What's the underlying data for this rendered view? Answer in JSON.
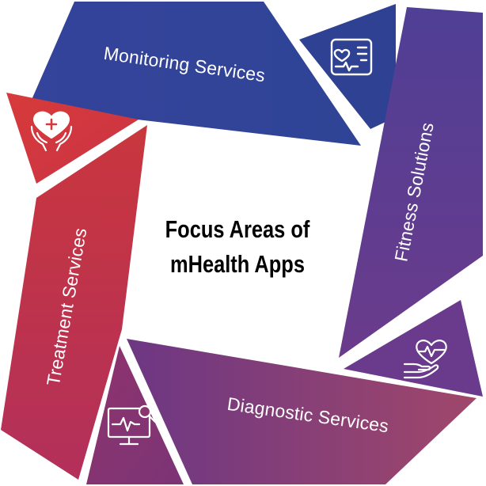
{
  "title": {
    "line1": "Focus Areas of",
    "line2": "mHealth Apps"
  },
  "segments": [
    {
      "label": "Monitoring Services",
      "icon": "heart-monitor-icon"
    },
    {
      "label": "Fitness Solutions",
      "icon": "heart-hand-icon"
    },
    {
      "label": "Diagnostic Services",
      "icon": "computer-diagnostic-icon"
    },
    {
      "label": "Treatment Services",
      "icon": "heart-care-hands-icon"
    }
  ],
  "colors": {
    "monitoring": "#33449a",
    "fitness_top": "#5a3d93",
    "fitness_bottom": "#6a3a8a",
    "diagnostic_left": "#7a3579",
    "diagnostic_right": "#9b4a6d",
    "treatment_top": "#c8343a",
    "treatment_bottom": "#b02f5a"
  }
}
